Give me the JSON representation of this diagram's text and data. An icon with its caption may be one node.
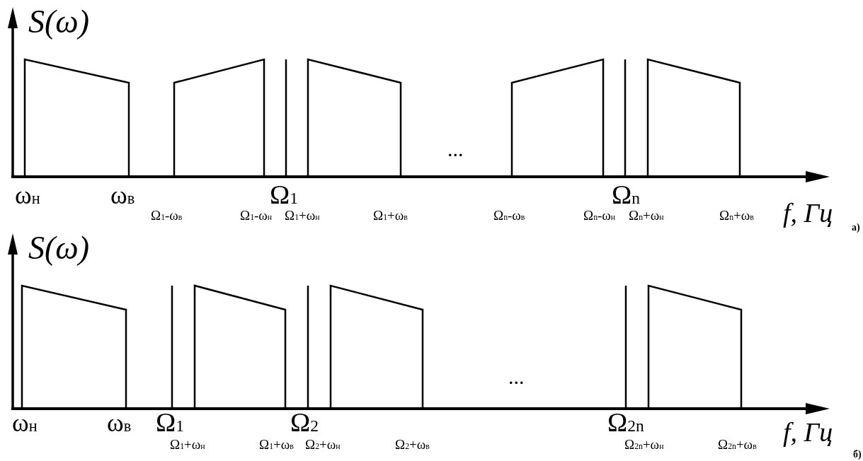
{
  "diagram": {
    "labels": [
      "S(ω)",
      "ω$_{н}$",
      "ω$_{в}$",
      "Ω$_{1}$",
      "...",
      "Ω$_{n}$",
      "Ω$_{1}$-ω$_{в}$",
      "Ω$_{1}$-ω$_{н}$",
      "Ω$_{1}$+ω$_{н}$",
      "Ω$_{1}$+ω$_{в}$",
      "Ω$_{n}$-ω$_{в}$",
      "Ω$_{n}$-ω$_{н}$",
      "Ω$_{n}$+ω$_{н}$",
      "Ω$_{n}$+ω$_{в}$",
      "f, Гц",
      "а)",
      "S(ω)",
      "...",
      "ω$_{н}$",
      "ω$_{в}$",
      "Ω$_{1}$",
      "Ω$_{2}$",
      "Ω$_{2n}$",
      "Ω$_{1}$+ω$_{н}$",
      "Ω$_{1}$+ω$_{в}$",
      "Ω$_{2}$+ω$_{н}$",
      "Ω$_{2}$+ω$_{в}$",
      "Ω$_{2n}$+ω$_{н}$",
      "Ω$_{2n}$+ω$_{в}$",
      "f, Гц",
      "б)"
    ]
  }
}
